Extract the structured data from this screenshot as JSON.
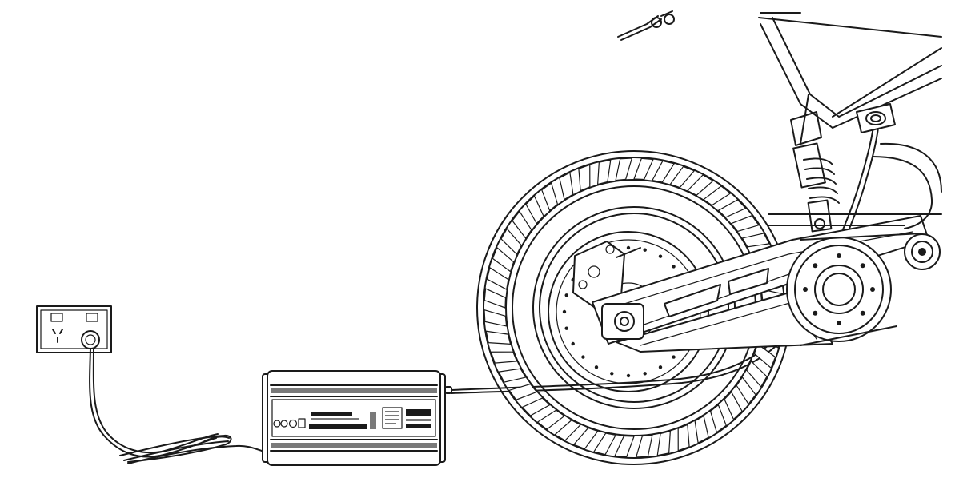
{
  "diagram": {
    "components": [
      {
        "id": "wall-outlet",
        "icon": "power-outlet-icon"
      },
      {
        "id": "charger",
        "icon": "battery-charger-icon"
      },
      {
        "id": "motorcycle-rear",
        "icon": "electric-motorbike-rear-icon"
      }
    ],
    "connections": [
      {
        "from": "wall-outlet",
        "to": "charger",
        "kind": "mains-cable"
      },
      {
        "from": "charger",
        "to": "motorcycle-rear",
        "kind": "charging-cable"
      }
    ]
  },
  "colors": {
    "line": "#1a1a1a",
    "charger_body": "#7a7a7a",
    "background": "#ffffff"
  }
}
